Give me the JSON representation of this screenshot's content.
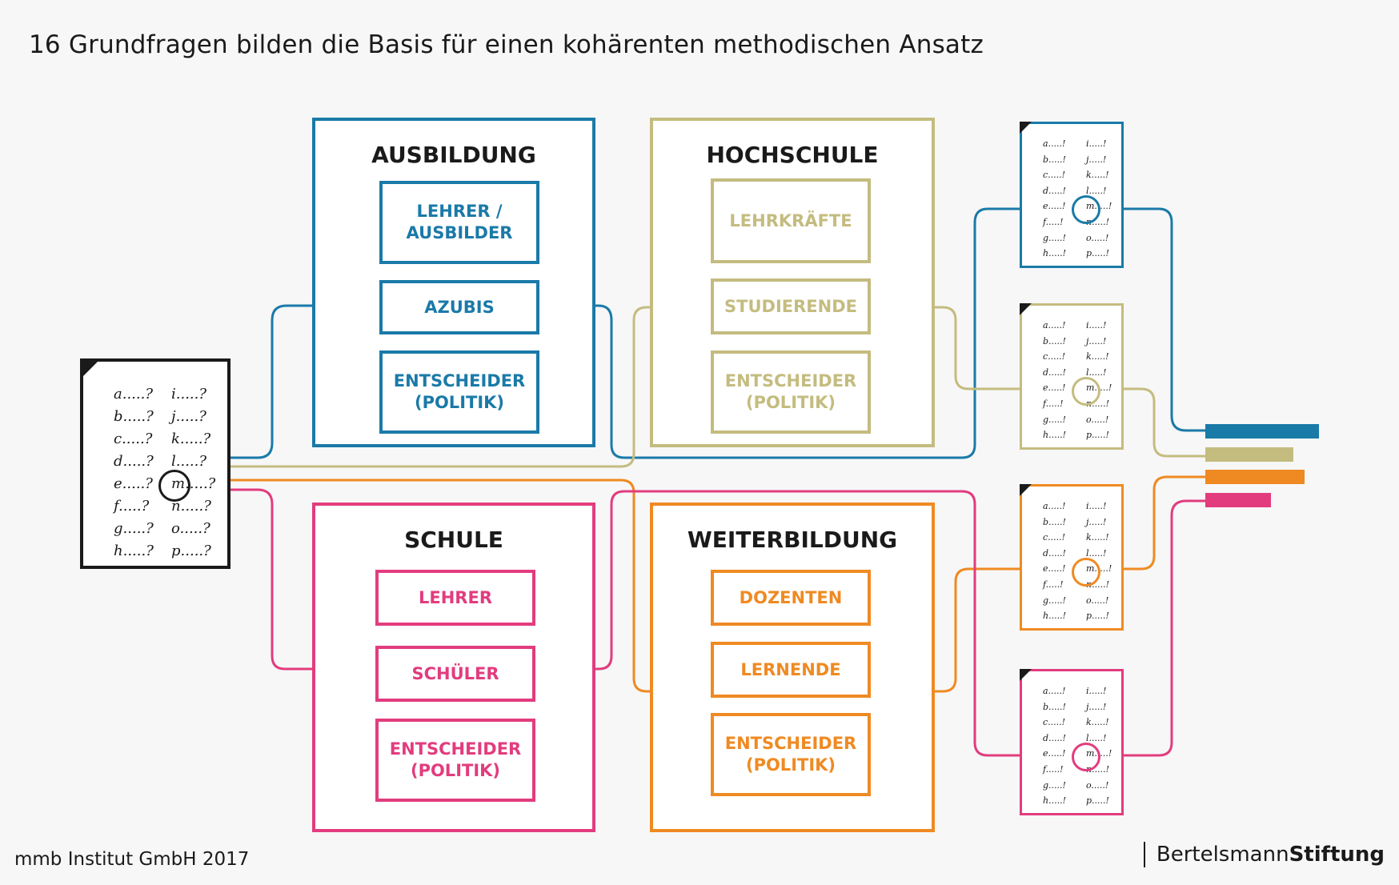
{
  "title": "16 Grundfragen bilden die Basis für einen kohärenten methodischen Ansatz",
  "colors": {
    "blue": "#1a7aa8",
    "olive": "#c4bc7f",
    "orange": "#ef8a22",
    "pink": "#e23c7e"
  },
  "questionnaire": {
    "left_col": [
      "a.....?",
      "b.....?",
      "c.....?",
      "d.....?",
      "e.....?",
      "f.....?",
      "g.....?",
      "h.....?"
    ],
    "right_col": [
      "i.....?",
      "j.....?",
      "k.....?",
      "l.....?",
      "m.....?",
      "n.....?",
      "o.....?",
      "p.....?"
    ]
  },
  "sectors": {
    "ausbildung": {
      "title": "AUSBILDUNG",
      "items": [
        "LEHRER /\nAUSBILDER",
        "AZUBIS",
        "ENTSCHEIDER\n(POLITIK)"
      ]
    },
    "hochschule": {
      "title": "HOCHSCHULE",
      "items": [
        "LEHRKRÄFTE",
        "STUDIERENDE",
        "ENTSCHEIDER\n(POLITIK)"
      ]
    },
    "schule": {
      "title": "SCHULE",
      "items": [
        "LEHRER",
        "SCHÜLER",
        "ENTSCHEIDER\n(POLITIK)"
      ]
    },
    "weiterbildung": {
      "title": "WEITERBILDUNG",
      "items": [
        "DOZENTEN",
        "LERNENDE",
        "ENTSCHEIDER\n(POLITIK)"
      ]
    }
  },
  "answer_sheet": {
    "left_col": [
      "a.....!",
      "b.....!",
      "c.....!",
      "d.....!",
      "e.....!",
      "f.....!",
      "g.....!",
      "h.....!"
    ],
    "right_col": [
      "i.....!",
      "j.....!",
      "k.....!",
      "l.....!",
      "m.....!",
      "n.....!",
      "o.....!",
      "p.....!"
    ]
  },
  "footer": {
    "source": "mmb Institut GmbH 2017",
    "brand_light": "Bertelsmann",
    "brand_bold": "Stiftung"
  }
}
